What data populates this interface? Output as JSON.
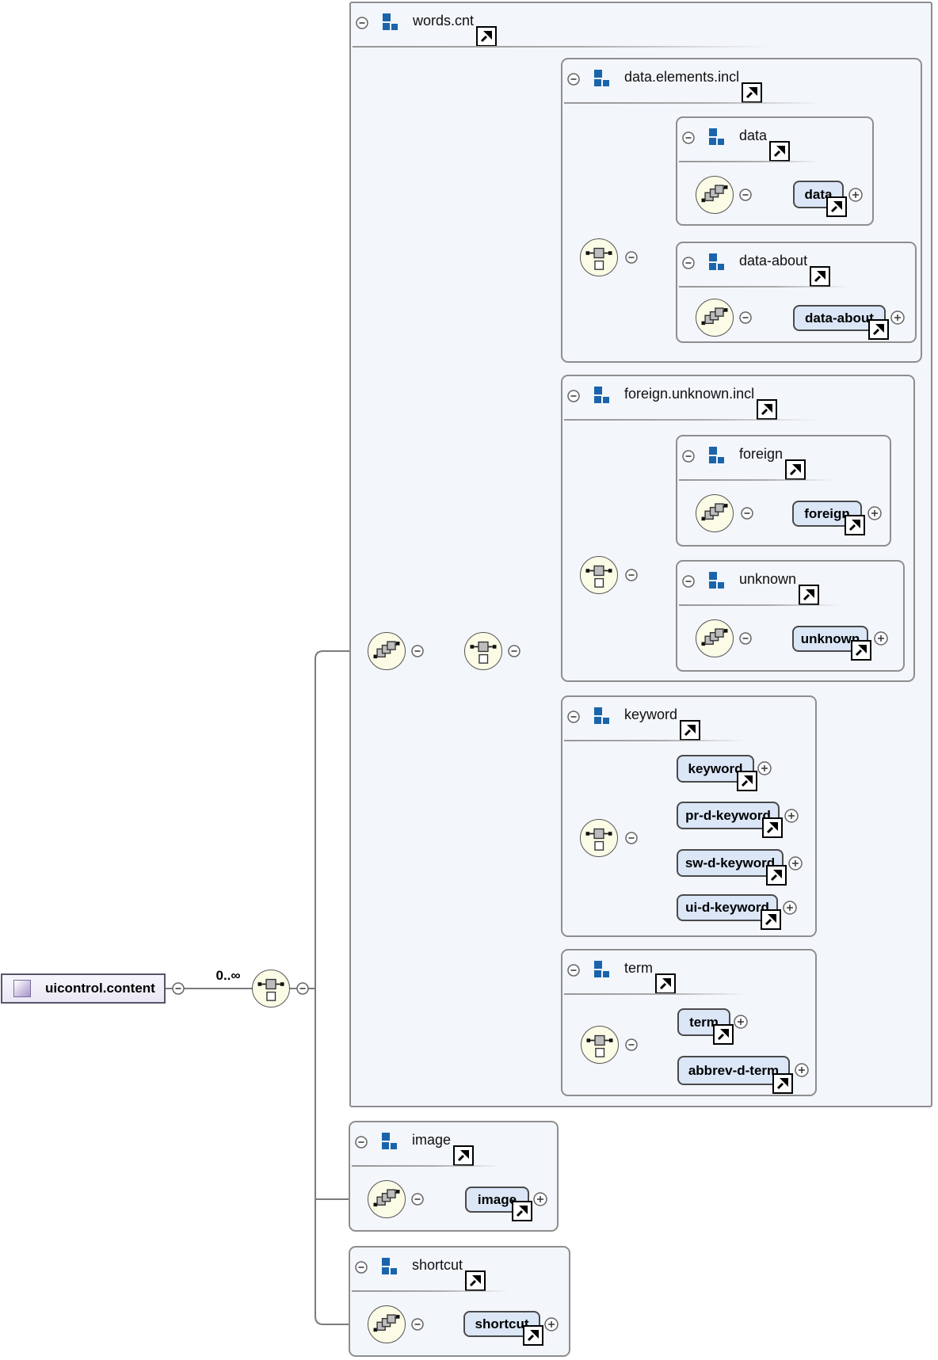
{
  "root": {
    "label": "uicontrol.content",
    "cardinality": "0..∞"
  },
  "groups": {
    "words_cnt": {
      "label": "words.cnt"
    },
    "data_elements_incl": {
      "label": "data.elements.incl"
    },
    "data": {
      "label": "data"
    },
    "data_about": {
      "label": "data-about"
    },
    "foreign_unknown_incl": {
      "label": "foreign.unknown.incl"
    },
    "foreign": {
      "label": "foreign"
    },
    "unknown": {
      "label": "unknown"
    },
    "keyword": {
      "label": "keyword"
    },
    "term": {
      "label": "term"
    },
    "image": {
      "label": "image"
    },
    "shortcut": {
      "label": "shortcut"
    }
  },
  "elements": {
    "data": {
      "label": "data"
    },
    "data_about": {
      "label": "data-about"
    },
    "foreign": {
      "label": "foreign"
    },
    "unknown": {
      "label": "unknown"
    },
    "keyword": {
      "label": "keyword"
    },
    "pr_d_keyword": {
      "label": "pr-d-keyword"
    },
    "sw_d_keyword": {
      "label": "sw-d-keyword"
    },
    "ui_d_keyword": {
      "label": "ui-d-keyword"
    },
    "term": {
      "label": "term"
    },
    "abbrev_d_term": {
      "label": "abbrev-d-term"
    },
    "image": {
      "label": "image"
    },
    "shortcut": {
      "label": "shortcut"
    }
  },
  "icons": {
    "collapse": "minus-circle",
    "expand": "plus-circle",
    "sequence": "sequence-compositor",
    "choice": "choice-compositor",
    "group": "model-group-icon",
    "link": "open-reference-arrow",
    "root_element": "element-icon"
  },
  "colors": {
    "group_box_fill": "#f3f6fb",
    "group_box_border": "#8e8e8e",
    "element_fill": "#dbe6f7",
    "element_border": "#4a4a4a",
    "compositor_fill": "#fbfbe6",
    "connector": "#7b7b7b",
    "group_icon_blue": "#1a64ab",
    "root_icon_purple": "#a694cc"
  }
}
